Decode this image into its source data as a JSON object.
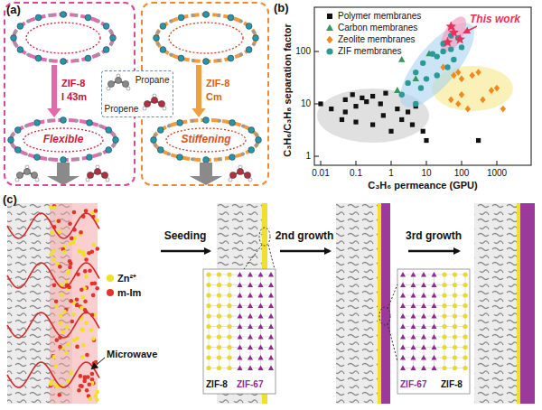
{
  "diagram": {
    "nodes": [
      {
        "text": [
          "ZIF-8",
          "I 4̅3m",
          "Flexible"
        ]
      },
      {
        "text": [
          "Propane",
          "Propene"
        ]
      },
      {
        "text": [
          "ZIF-8",
          "Cm",
          "Stiffening"
        ]
      }
    ],
    "labels": [
      "(a)",
      "(b)",
      "100",
      "10",
      "1",
      "0.01",
      "0.1",
      "1",
      "10",
      "100",
      "1000",
      "C₃H₆/C₃H₈ separation factor",
      "C₃H₆ permeance (GPU)",
      "This work",
      "(c)",
      "Microwave",
      "Seeding",
      "2nd growth",
      "3rd growth",
      "ZIF-8",
      "ZIF-67",
      "ZIF-67",
      "ZIF-8"
    ],
    "legend": [
      {
        "text": "Polymer membranes"
      },
      {
        "text": "Carbon membranes"
      },
      {
        "text": "Zeolite membranes"
      },
      {
        "text": "ZIF membranes"
      },
      {
        "text": "Zn²⁺",
        "color": "#f2df2a"
      },
      {
        "text": "m-Im",
        "color": "#e0342c"
      }
    ]
  }
}
